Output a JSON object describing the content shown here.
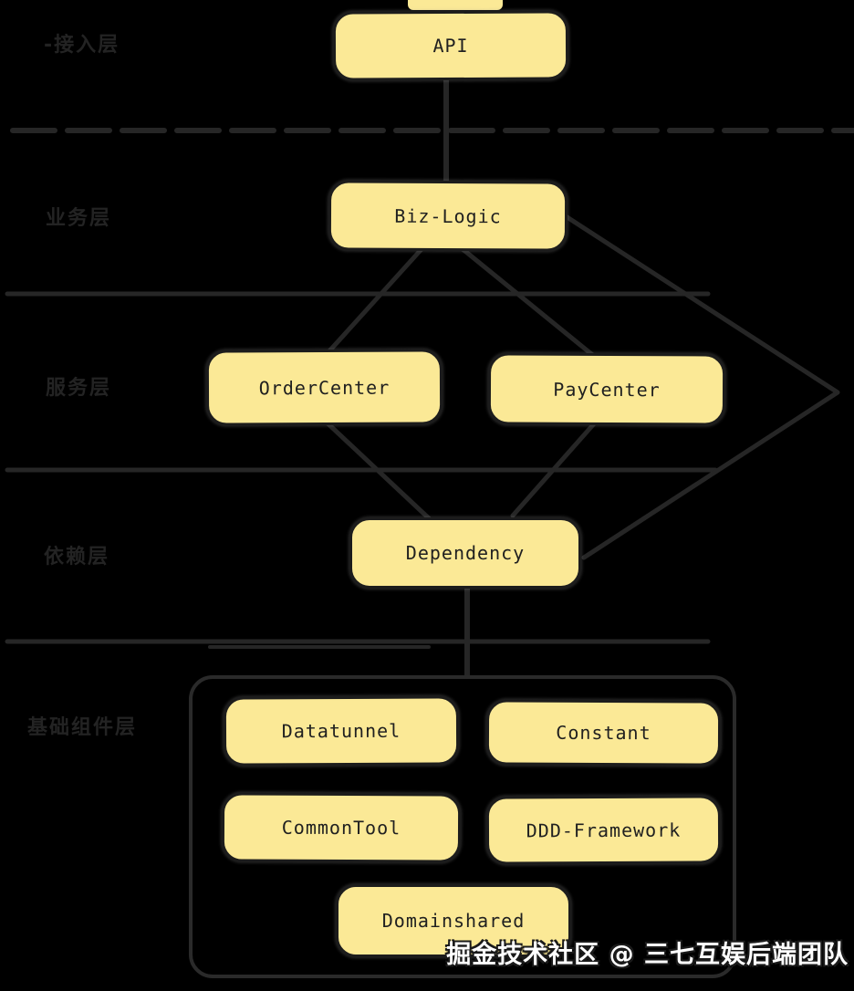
{
  "diagram": {
    "title_hint": "layered-architecture-diagram",
    "colors": {
      "background": "#000000",
      "node_fill": "#FBE996",
      "node_stroke": "#1c1c1c",
      "line_color": "#262626",
      "label_color": "#232323",
      "watermark_color": "#ffffff"
    },
    "layers": [
      {
        "label": "-接入层"
      },
      {
        "label": "业务层"
      },
      {
        "label": "服务层"
      },
      {
        "label": "依赖层"
      },
      {
        "label": "基础组件层"
      }
    ],
    "nodes": {
      "api": {
        "label": "API"
      },
      "biz_logic": {
        "label": "Biz-Logic"
      },
      "order_center": {
        "label": "OrderCenter"
      },
      "pay_center": {
        "label": "PayCenter"
      },
      "dependency": {
        "label": "Dependency"
      },
      "datatunnel": {
        "label": "Datatunnel"
      },
      "constant": {
        "label": "Constant"
      },
      "common_tool": {
        "label": "CommonTool"
      },
      "ddd_framework": {
        "label": "DDD-Framework"
      },
      "domainshared": {
        "label": "Domainshared"
      }
    },
    "watermark": "掘金技术社区 @ 三七互娱后端团队"
  }
}
